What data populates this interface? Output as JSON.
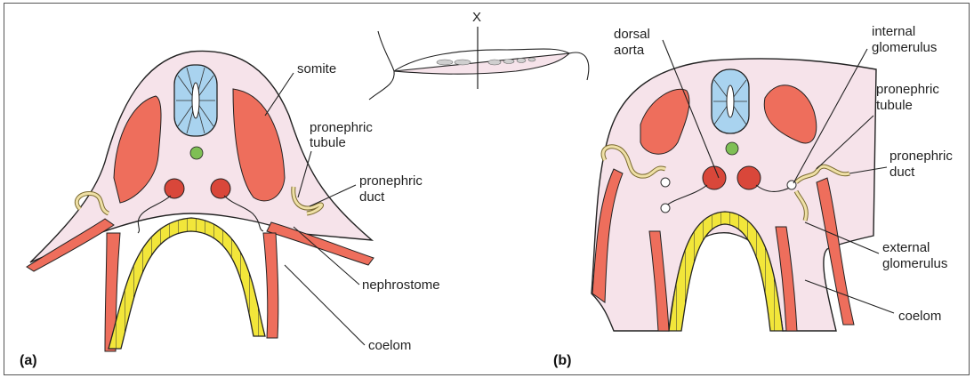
{
  "panels": {
    "a": {
      "label": "(a)"
    },
    "b": {
      "label": "(b)"
    }
  },
  "inset": {
    "axis_label": "X"
  },
  "labels_a": {
    "somite": "somite",
    "pronephric_tubule_1": "pronephric",
    "pronephric_tubule_2": "tubule",
    "pronephric_duct_1": "pronephric",
    "pronephric_duct_2": "duct",
    "nephrostome": "nephrostome",
    "coelom": "coelom"
  },
  "labels_b": {
    "dorsal_aorta_1": "dorsal",
    "dorsal_aorta_2": "aorta",
    "internal_glomerulus_1": "internal",
    "internal_glomerulus_2": "glomerulus",
    "pronephric_tubule_1": "pronephric",
    "pronephric_tubule_2": "tubule",
    "pronephric_duct_1": "pronephric",
    "pronephric_duct_2": "duct",
    "external_glomerulus_1": "external",
    "external_glomerulus_2": "glomerulus",
    "coelom": "coelom"
  },
  "colors": {
    "body": "#f6e3ea",
    "somite": "#ee6e5c",
    "neural_tube": "#a9d3ef",
    "notochord": "#7fbf55",
    "gut_endoderm": "#f2e63a",
    "duct": "#efe0a6",
    "outline": "#222222"
  }
}
